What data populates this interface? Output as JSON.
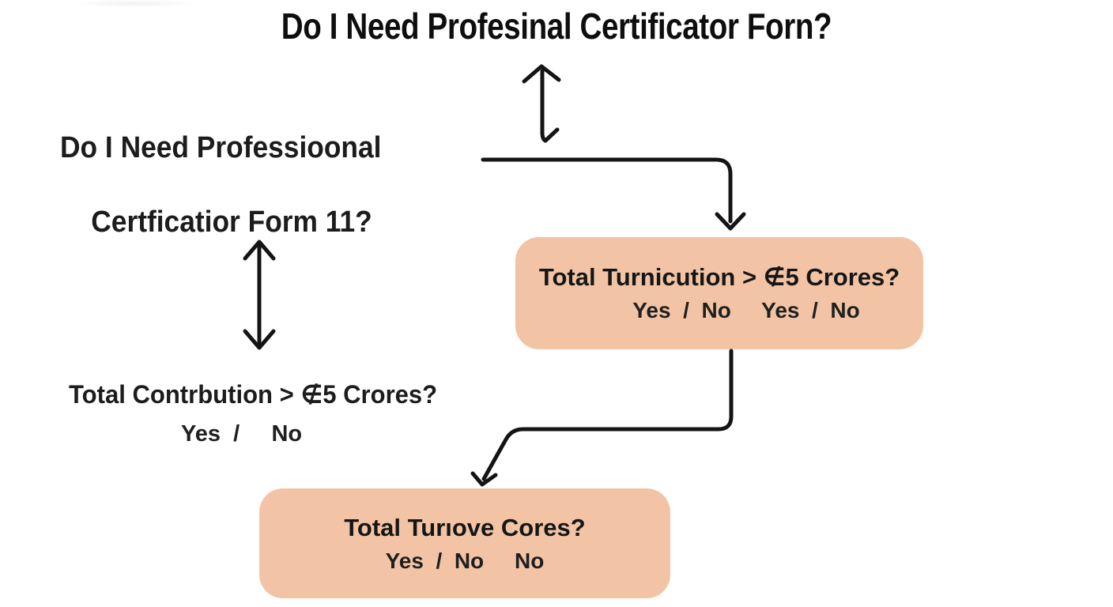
{
  "title": "Do I Need Profesinal Certificator Forn?",
  "left_block": {
    "line1": "Do I Need Professioonal",
    "line2": "Certficatior Form 11?"
  },
  "left_decision": {
    "question": "Total Contrbution > ∉5 Crores?",
    "options": "Yes  /     No"
  },
  "box_top": {
    "question": "Total Turnicution > ∉5 Crores?",
    "options": "Yes  /  No     Yes  /  No"
  },
  "box_bottom": {
    "question": "Total Turıove Cores?",
    "options": "Yes  /  No     No"
  },
  "colors": {
    "background": "#ffffff",
    "box_fill": "#f2c4a5",
    "line": "#141414",
    "text": "#1a1a1a"
  },
  "icons": {
    "title_arrow": "up-down-arrow-icon",
    "left_arrow": "up-down-arrow-icon",
    "top_connector": "elbow-arrow-down-icon",
    "bottom_connector": "elbow-arrow-down-left-icon"
  }
}
